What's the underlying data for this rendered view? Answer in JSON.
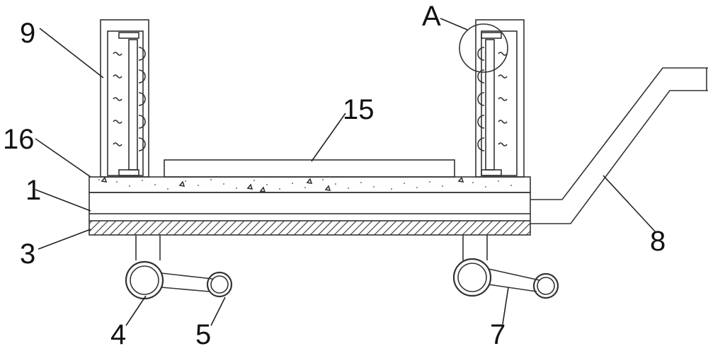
{
  "labels": {
    "main_frame": "1",
    "bottom_layer": "3",
    "front_wheel": "4",
    "front_link_wheel": "5",
    "rear_link": "7",
    "handle": "8",
    "side_post": "9",
    "cushion": "15",
    "top_layer": "16",
    "detail": "A"
  }
}
